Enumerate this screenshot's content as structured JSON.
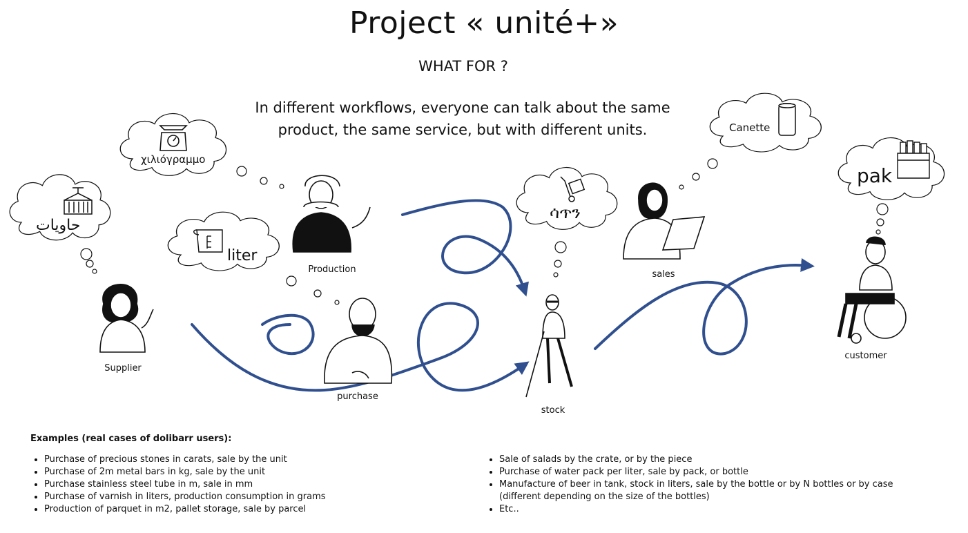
{
  "title": "Project « unité+»",
  "subtitle": "WHAT FOR ?",
  "intro": "In different workflows, everyone can talk about the same product, the same service, but with different units.",
  "people": {
    "supplier": "Supplier",
    "production": "Production",
    "purchase": "purchase",
    "stock": "stock",
    "sales": "sales",
    "customer": "customer"
  },
  "bubbles": {
    "supplier_unit": "حاويات",
    "kilo_unit": "χιλιόγραμμο",
    "liter_unit": "liter",
    "stock_unit": "ሳጥን",
    "canette_unit": "Canette",
    "pak_unit": "pak"
  },
  "icons": [
    "container-icon",
    "scale-icon",
    "measuring-cup-icon",
    "hand-truck-icon",
    "can-icon",
    "bottle-crate-icon"
  ],
  "colors": {
    "arrow": "#2f4f8f",
    "ink": "#111111"
  },
  "examples": {
    "heading": "Examples (real cases of dolibarr users):",
    "left": [
      "Purchase of precious stones in carats, sale by the unit",
      "Purchase of 2m metal bars in kg, sale by the unit",
      "Purchase stainless steel tube in m, sale in mm",
      "Purchase of varnish in liters, production consumption in grams",
      "Production of parquet in m2, pallet storage, sale by parcel"
    ],
    "right": [
      "Sale of salads by the crate, or by the piece",
      "Purchase of water pack per liter, sale by pack, or bottle",
      "Manufacture of beer in tank, stock in liters, sale by the bottle or by N bottles or by case (different depending on the size of the bottles)",
      "Etc.."
    ]
  }
}
